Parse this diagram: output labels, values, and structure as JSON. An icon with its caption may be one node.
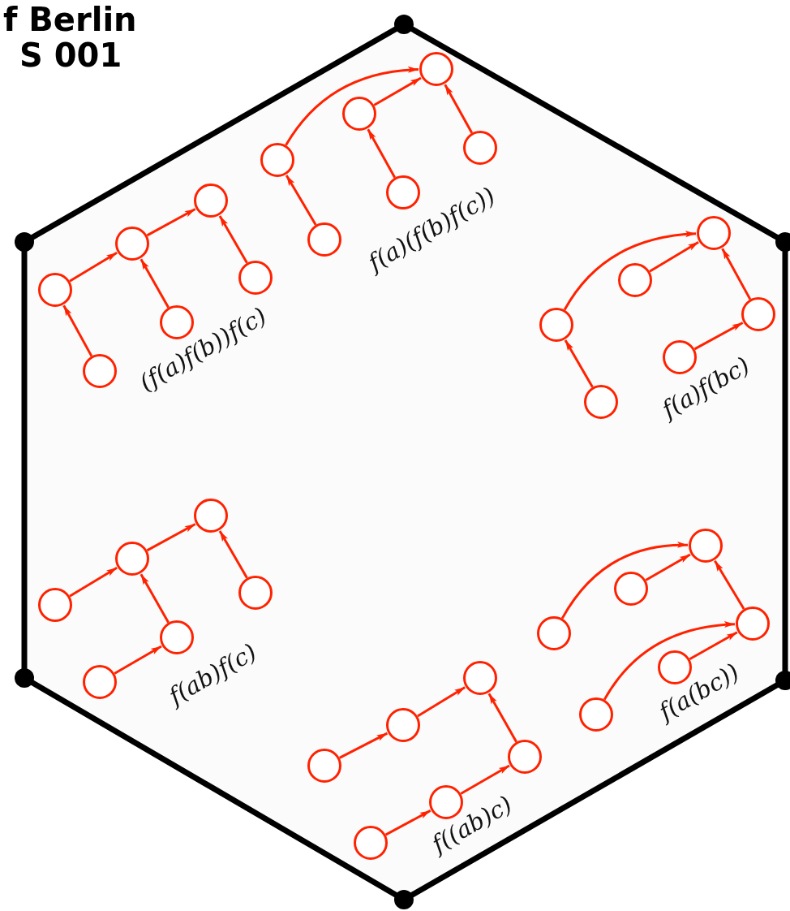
{
  "diagram": {
    "nodes": [
      {
        "text": [],
        "shape": "dot"
      },
      {
        "text": [],
        "shape": "dot"
      },
      {
        "text": [],
        "shape": "dot"
      },
      {
        "text": [],
        "shape": "dot"
      },
      {
        "text": [],
        "shape": "dot"
      },
      {
        "text": [],
        "shape": "dot"
      },
      {
        "text": [],
        "shape": "circle"
      },
      {
        "text": [],
        "shape": "circle"
      },
      {
        "text": [],
        "shape": "circle"
      },
      {
        "text": [],
        "shape": "circle"
      },
      {
        "text": [],
        "shape": "circle"
      },
      {
        "text": [],
        "shape": "circle"
      },
      {
        "text": [],
        "shape": "circle"
      },
      {
        "text": [],
        "shape": "circle"
      },
      {
        "text": [],
        "shape": "circle"
      },
      {
        "text": [],
        "shape": "circle"
      },
      {
        "text": [],
        "shape": "circle"
      },
      {
        "text": [],
        "shape": "circle"
      },
      {
        "text": [],
        "shape": "circle"
      },
      {
        "text": [],
        "shape": "circle"
      },
      {
        "text": [],
        "shape": "circle"
      },
      {
        "text": [],
        "shape": "circle"
      },
      {
        "text": [],
        "shape": "circle"
      },
      {
        "text": [],
        "shape": "circle"
      },
      {
        "text": [],
        "shape": "circle"
      },
      {
        "text": [],
        "shape": "circle"
      },
      {
        "text": [],
        "shape": "circle"
      },
      {
        "text": [],
        "shape": "circle"
      },
      {
        "text": [],
        "shape": "circle"
      },
      {
        "text": [],
        "shape": "circle"
      },
      {
        "text": [],
        "shape": "circle"
      },
      {
        "text": [],
        "shape": "circle"
      },
      {
        "text": [],
        "shape": "circle"
      },
      {
        "text": [],
        "shape": "circle"
      },
      {
        "text": [],
        "shape": "circle"
      },
      {
        "text": [],
        "shape": "circle"
      },
      {
        "text": [],
        "shape": "circle"
      },
      {
        "text": [],
        "shape": "circle"
      },
      {
        "text": [],
        "shape": "circle"
      },
      {
        "text": [],
        "shape": "circle"
      },
      {
        "text": [],
        "shape": "circle"
      },
      {
        "text": [],
        "shape": "circle"
      }
    ],
    "edges": [
      {
        "from": 0,
        "to": 2,
        "arrow": "none",
        "style": "thick",
        "color": "#000000"
      },
      {
        "from": 2,
        "to": 4,
        "arrow": "none",
        "style": "thick",
        "color": "#000000"
      },
      {
        "from": 4,
        "to": 5,
        "arrow": "none",
        "style": "thick",
        "color": "#000000"
      },
      {
        "from": 5,
        "to": 3,
        "arrow": "none",
        "style": "thick",
        "color": "#000000"
      },
      {
        "from": 3,
        "to": 1,
        "arrow": "none",
        "style": "thick",
        "color": "#000000"
      },
      {
        "from": 1,
        "to": 0,
        "arrow": "none",
        "style": "thick",
        "color": "#000000"
      },
      {
        "from": 7,
        "to": 6,
        "arrow": "to"
      },
      {
        "from": 6,
        "to": 10,
        "arrow": "to"
      },
      {
        "from": 9,
        "to": 8,
        "arrow": "to"
      },
      {
        "from": 8,
        "to": 10,
        "arrow": "to"
      },
      {
        "from": 11,
        "to": 10,
        "arrow": "to"
      },
      {
        "from": 13,
        "to": 12,
        "arrow": "to"
      },
      {
        "from": 12,
        "to": 14,
        "arrow": "to"
      },
      {
        "from": 15,
        "to": 14,
        "arrow": "to"
      },
      {
        "from": 14,
        "to": 16,
        "arrow": "to"
      },
      {
        "from": 17,
        "to": 16,
        "arrow": "to"
      },
      {
        "from": 19,
        "to": 18,
        "arrow": "to"
      },
      {
        "from": 18,
        "to": 21,
        "arrow": "to"
      },
      {
        "from": 20,
        "to": 21,
        "arrow": "to"
      },
      {
        "from": 23,
        "to": 22,
        "arrow": "to"
      },
      {
        "from": 22,
        "to": 21,
        "arrow": "to"
      },
      {
        "from": 24,
        "to": 26,
        "arrow": "to"
      },
      {
        "from": 26,
        "to": 27,
        "arrow": "to"
      },
      {
        "from": 25,
        "to": 28,
        "arrow": "to"
      },
      {
        "from": 28,
        "to": 26,
        "arrow": "to"
      },
      {
        "from": 29,
        "to": 27,
        "arrow": "to"
      },
      {
        "from": 30,
        "to": 33,
        "arrow": "to"
      },
      {
        "from": 32,
        "to": 33,
        "arrow": "to"
      },
      {
        "from": 31,
        "to": 34,
        "arrow": "to"
      },
      {
        "from": 35,
        "to": 34,
        "arrow": "to"
      },
      {
        "from": 34,
        "to": 33,
        "arrow": "to"
      },
      {
        "from": 36,
        "to": 38,
        "arrow": "to"
      },
      {
        "from": 38,
        "to": 40,
        "arrow": "to"
      },
      {
        "from": 37,
        "to": 39,
        "arrow": "to"
      },
      {
        "from": 39,
        "to": 41,
        "arrow": "to"
      },
      {
        "from": 41,
        "to": 40,
        "arrow": "to"
      }
    ],
    "labels": [
      "f Berlin",
      "S 001",
      "f(a)(f(b)f(c))",
      "(f(a)f(b))f(c)",
      "f(a)f(bc)",
      "f(ab)f(c)",
      "f(a(bc))",
      "f((ab)c)"
    ]
  }
}
